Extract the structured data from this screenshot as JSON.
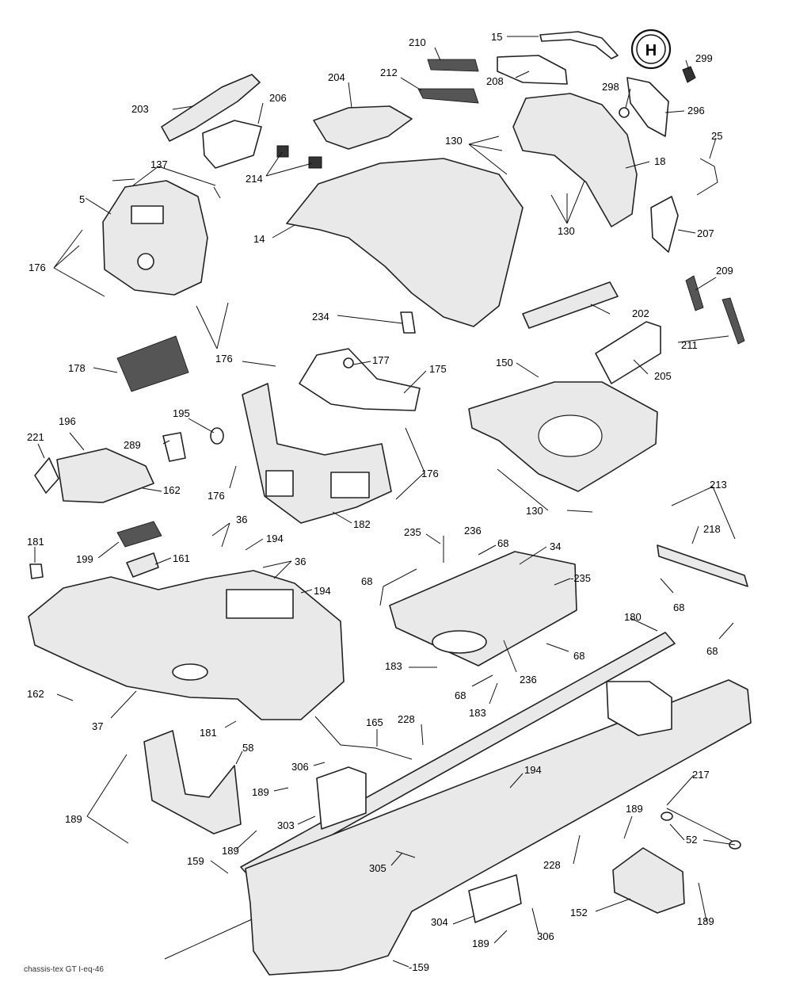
{
  "footer": "chassis-tex GT I-eq-46",
  "logo_text": "H",
  "labels": {
    "l15": "15",
    "l210": "210",
    "l212": "212",
    "l208": "208",
    "l204": "204",
    "l203": "203",
    "l206": "206",
    "l299": "299",
    "l298": "298",
    "l296": "296",
    "l130a": "130",
    "l25": "25",
    "l18": "18",
    "l137": "137",
    "l214": "214",
    "l5": "5",
    "l14": "14",
    "l130b": "130",
    "l207": "207",
    "l176a": "176",
    "l209": "209",
    "l202": "202",
    "l234": "234",
    "l211": "211",
    "l176b": "176",
    "l177": "177",
    "l178": "178",
    "l175": "175",
    "l150": "150",
    "l205": "205",
    "l195": "195",
    "l196": "196",
    "l221": "221",
    "l289": "289",
    "l162a": "162",
    "l176c": "176",
    "l176d": "176",
    "l130c": "130",
    "l182": "182",
    "l213": "213",
    "l36a": "36",
    "l194a": "194",
    "l181a": "181",
    "l199": "199",
    "l161": "161",
    "l36b": "36",
    "l235a": "235",
    "l236a": "236",
    "l68a": "68",
    "l34": "34",
    "l218": "218",
    "l194b": "194",
    "l68b": "68",
    "l235b": "-235",
    "l68c": "68",
    "l180": "180",
    "l68d": "68",
    "l68e": "68",
    "l183a": "183",
    "l236b": "236",
    "l68f": "68",
    "l162b": "162",
    "l183b": "183",
    "l37": "37",
    "l181b": "181",
    "l165": "165",
    "l228a": "228",
    "l58": "58",
    "l306a": "306",
    "l194c": "194",
    "l217": "217",
    "l189a": "189",
    "l189b": "189",
    "l303": "303",
    "l189c": "189",
    "l52": "52",
    "l189d": "189",
    "l228b": "228",
    "l159a": "159",
    "l305": "305",
    "l152": "152",
    "l189e": "189",
    "l304": "304",
    "l306b": "306",
    "l189f": "189",
    "l159b": "-159"
  }
}
